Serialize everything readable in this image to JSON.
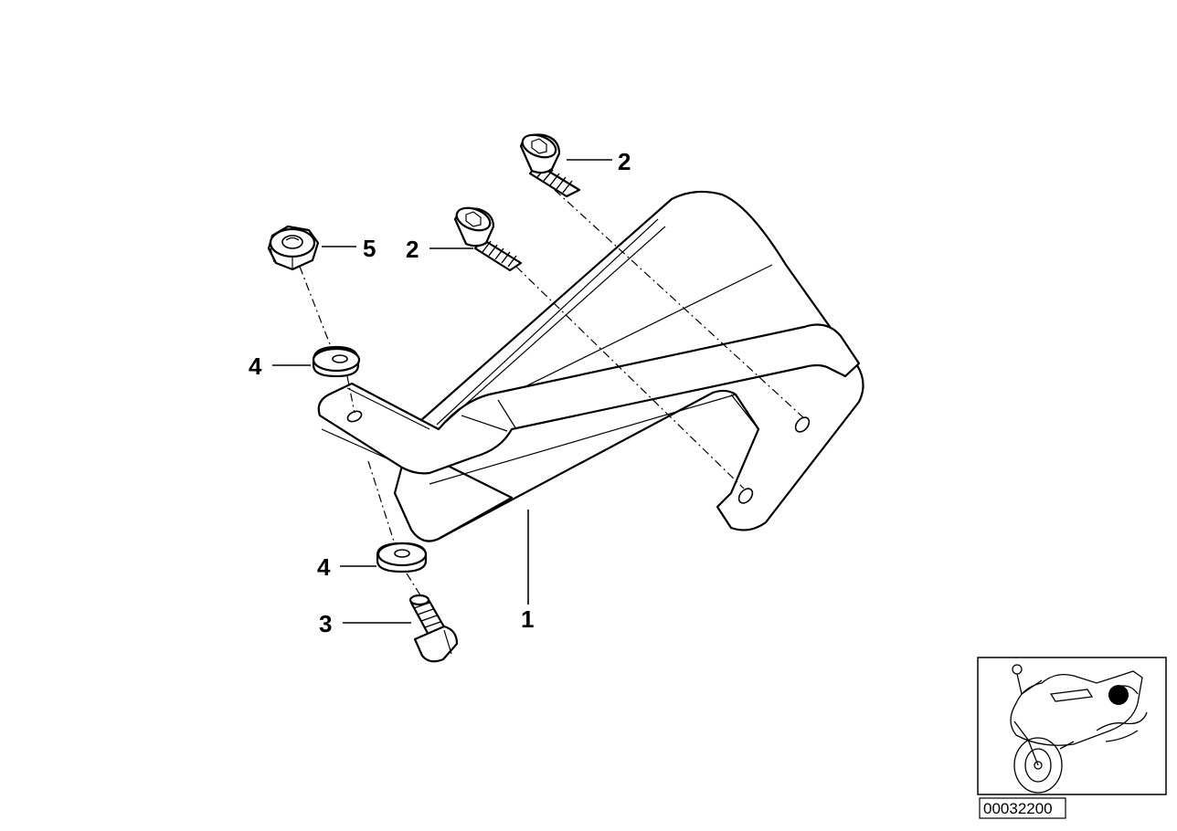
{
  "diagram": {
    "callouts": {
      "bracket": "1",
      "screw_upper": "2",
      "screw_lower": "2",
      "bolt": "3",
      "washer_upper": "4",
      "washer_lower": "4",
      "nut": "5"
    },
    "reference_number": "00032200",
    "colors": {
      "line": "#000000",
      "background": "#ffffff",
      "locator_dot": "#000000"
    }
  }
}
